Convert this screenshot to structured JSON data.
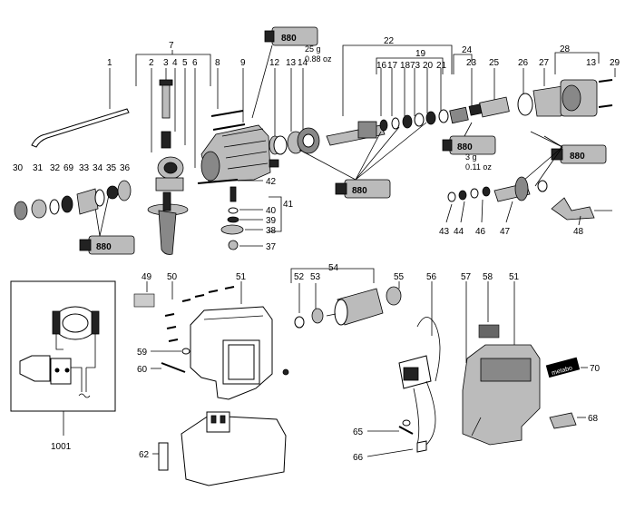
{
  "part_labels": [
    "1",
    "2",
    "3",
    "4",
    "5",
    "6",
    "7",
    "8",
    "9",
    "12",
    "13",
    "14",
    "16",
    "17",
    "18",
    "73",
    "20",
    "21",
    "19",
    "22",
    "24",
    "23",
    "25",
    "26",
    "27",
    "28",
    "13",
    "29",
    "30",
    "31",
    "32",
    "69",
    "33",
    "34",
    "35",
    "36",
    "42",
    "40",
    "41",
    "39",
    "38",
    "37",
    "43",
    "44",
    "46",
    "47",
    "48",
    "49",
    "50",
    "51",
    "54",
    "52",
    "53",
    "55",
    "56",
    "57",
    "58",
    "51",
    "59",
    "60",
    "62",
    "65",
    "66",
    "70",
    "68",
    "1001"
  ],
  "grease": {
    "tube_label": "880",
    "qty_1": "25 g",
    "qty_1b": "0.88 oz",
    "qty_2": "3 g",
    "qty_2b": "0.11 oz"
  },
  "badge_text": "metabo"
}
